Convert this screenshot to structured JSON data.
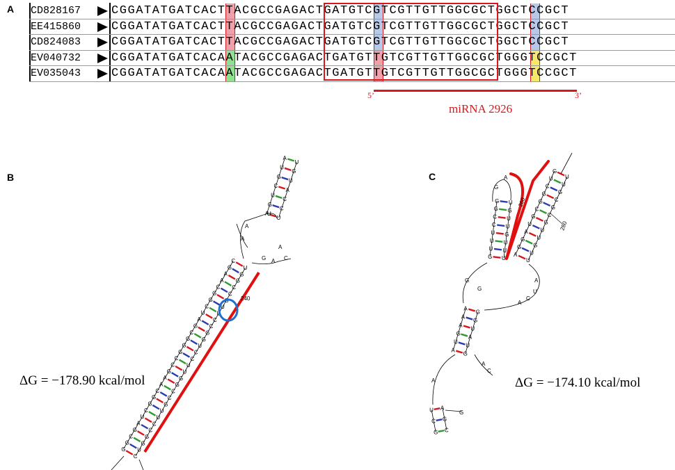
{
  "panels": {
    "a": "A",
    "b": "B",
    "c": "C"
  },
  "alignment": {
    "rows": [
      {
        "id": "CD828167",
        "seq": "CGGATATGATCACTTACGCCGAGACTGATGTCGTCGTTGTTGGCGCTGGCTCCGCT"
      },
      {
        "id": "EE415860",
        "seq": "CGGATATGATCACTTACGCCGAGACTGATGTCGTCGTTGTTGGCGCTGGCTCCGCT"
      },
      {
        "id": "CD824083",
        "seq": "CGGATATGATCACTTACGCCGAGACTGATGTCGTCGTTGTTGGCGCTGGCTCCGCT"
      },
      {
        "id": "EV040732",
        "seq": "CGGATATGATCACAATACGCCGAGACTGATGTTGTCGTTGTTGGCGCTGGGTCCGCT"
      },
      {
        "id": "EV035043",
        "seq": "CGGATATGATCACAATACGCCGAGACTGATGTTGTCGTTGTTGGCGCTGGGTCCGCT"
      }
    ],
    "highlight_colors": {
      "pink": "#f0a0a8",
      "green": "#8fe08f",
      "blue": "#b8c8e8",
      "yellow": "#f6e86a",
      "red_box": "#d6181e"
    }
  },
  "annotation": {
    "five_prime": "5’",
    "three_prime": "3’",
    "mirna_label": "miRNA 2926"
  },
  "structure_b": {
    "delta_g": "ΔG = −178.90 kcal/mol",
    "position_label": "240"
  },
  "structure_c": {
    "delta_g": "ΔG = −174.10 kcal/mol",
    "position_label_1": "260",
    "position_label_2": "280"
  }
}
